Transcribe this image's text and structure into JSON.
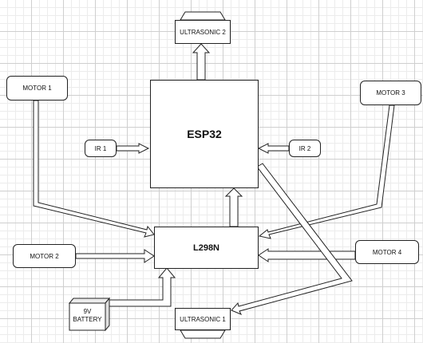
{
  "components": {
    "esp32": "ESP32",
    "l298n": "L298N",
    "motor1": "MOTOR 1",
    "motor2": "MOTOR 2",
    "motor3": "MOTOR 3",
    "motor4": "MOTOR 4",
    "ir1": "IR 1",
    "ir2": "IR 2",
    "ultrasonic1": "ULTRASONIC 1",
    "ultrasonic2": "ULTRASONIC 2",
    "battery_line1": "9V",
    "battery_line2": "BATTERY"
  },
  "connections": [
    {
      "from": "MOTOR 1",
      "to": "L298N"
    },
    {
      "from": "MOTOR 2",
      "to": "L298N"
    },
    {
      "from": "MOTOR 3",
      "to": "L298N"
    },
    {
      "from": "MOTOR 4",
      "to": "L298N"
    },
    {
      "from": "9V BATTERY",
      "to": "L298N"
    },
    {
      "from": "L298N",
      "to": "ESP32"
    },
    {
      "from": "IR 1",
      "to": "ESP32"
    },
    {
      "from": "IR 2",
      "to": "ESP32"
    },
    {
      "from": "ESP32",
      "to": "ULTRASONIC 2"
    },
    {
      "from": "ESP32",
      "to": "ULTRASONIC 1"
    }
  ],
  "colors": {
    "line": "#222222",
    "grid": "#cfcfcf",
    "fill": "#ffffff"
  }
}
